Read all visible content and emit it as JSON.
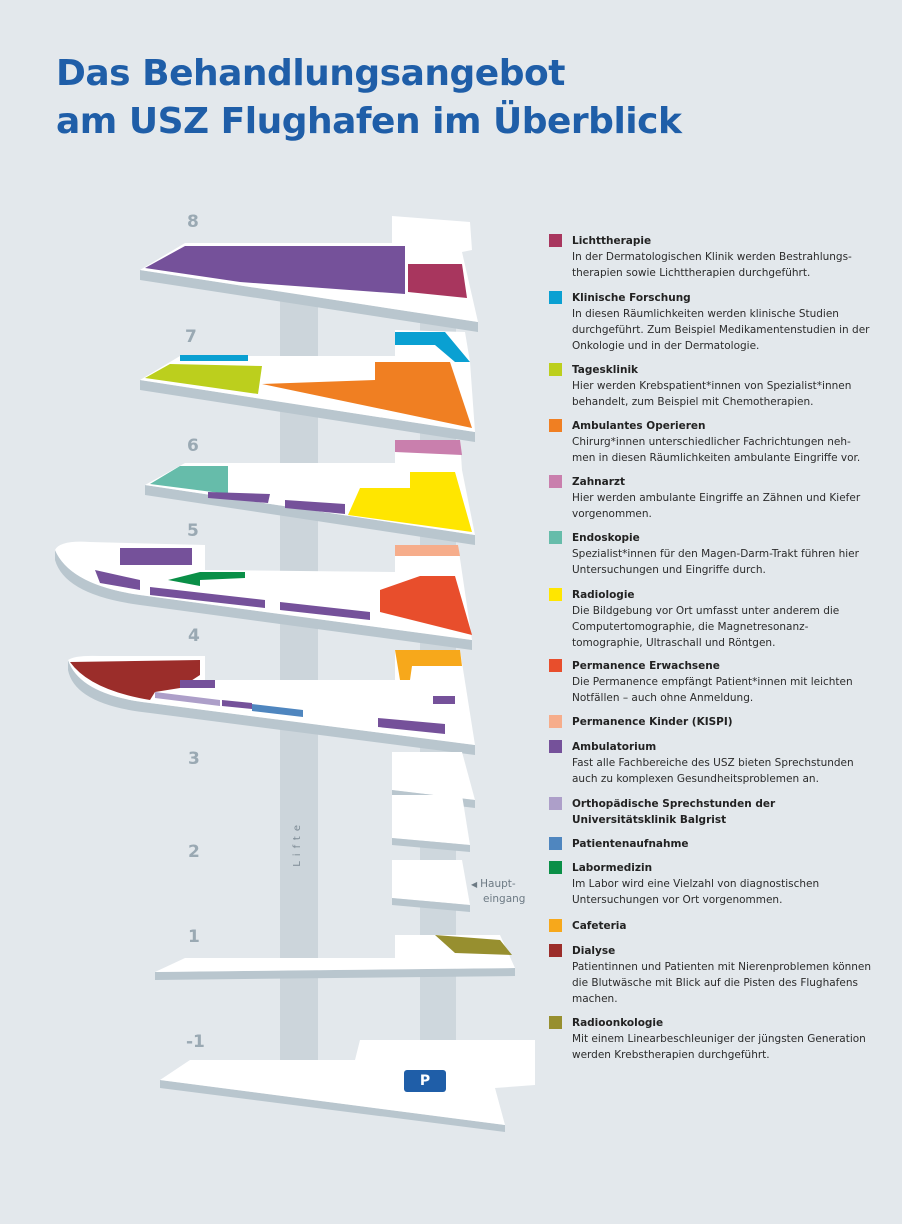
{
  "title": {
    "line1": "Das Behandlungsangebot",
    "line2": "am USZ Flughafen im Überblick"
  },
  "floors": [
    "8",
    "7",
    "6",
    "5",
    "4",
    "3",
    "2",
    "1",
    "-1"
  ],
  "lift_label": "Lifte",
  "entrance_label": {
    "line1": "Haupt-",
    "line2": "eingang"
  },
  "parking_label": "P",
  "colors": {
    "title": "#1f5ea8",
    "slab": "#b9c6ce",
    "floor": "#ffffff"
  },
  "legend": [
    {
      "title": "Lichttherapie",
      "text": "In der Dermatologischen Klinik werden Bestrahlungs-therapien sowie Lichttherapien durchgeführt.",
      "color": "#a8365e"
    },
    {
      "title": "Klinische Forschung",
      "text": "In diesen Räumlichkeiten werden klinische Studien durchgeführt. Zum Beispiel Medikamentenstudien in der Onkologie und in der Dermatologie.",
      "color": "#0aa0d2"
    },
    {
      "title": "Tagesklinik",
      "text": "Hier werden Krebspatient*innen von Spezialist*innen behandelt, zum Beispiel mit Chemotherapien.",
      "color": "#bccf1d"
    },
    {
      "title": "Ambulantes Operieren",
      "text": "Chirurg*innen unterschiedlicher Fachrichtungen neh-men in diesen Räumlichkeiten ambulante Eingriffe vor.",
      "color": "#f07f22"
    },
    {
      "title": "Zahnarzt",
      "text": "Hier werden ambulante Eingriffe an Zähnen und Kiefer vorgenommen.",
      "color": "#c97fad"
    },
    {
      "title": "Endoskopie",
      "text": "Spezialist*innen für den Magen-Darm-Trakt führen hier Untersuchungen und Eingriffe durch.",
      "color": "#66bcaa"
    },
    {
      "title": "Radiologie",
      "text": "Die Bildgebung vor Ort umfasst unter anderem die Computertomographie, die Magnetresonanz-tomographie, Ultraschall und Röntgen.",
      "color": "#ffe600"
    },
    {
      "title": "Permanence Erwachsene",
      "text": "Die Permanence empfängt Patient*innen mit leichten Notfällen – auch ohne Anmeldung.",
      "color": "#e84e2c"
    },
    {
      "title": "Permanence Kinder (KISPI)",
      "text": "",
      "color": "#f6ad8b"
    },
    {
      "title": "Ambulatorium",
      "text": "Fast alle Fachbereiche des USZ bieten Sprechstunden auch zu komplexen Gesundheitsproblemen an.",
      "color": "#75519a"
    },
    {
      "title": "Orthopädische Sprechstunden der Universitätsklinik Balgrist",
      "text": "",
      "color": "#ad9fc9"
    },
    {
      "title": "Patientenaufnahme",
      "text": "",
      "color": "#4f86bf"
    },
    {
      "title": "Labormedizin",
      "text": "Im Labor wird eine Vielzahl von diagnostischen Untersuchungen vor Ort vorgenommen.",
      "color": "#0a8f47"
    },
    {
      "title": "Cafeteria",
      "text": "",
      "color": "#f7a81b"
    },
    {
      "title": "Dialyse",
      "text": "Patientinnen und Patienten mit Nierenproblemen können die Blutwäsche mit Blick auf die Pisten des Flughafens machen.",
      "color": "#9b2d2a"
    },
    {
      "title": "Radioonkologie",
      "text": "Mit einem Linearbeschleuniger der jüngsten Generation werden Krebstherapien durchgeführt.",
      "color": "#978f2f"
    }
  ]
}
